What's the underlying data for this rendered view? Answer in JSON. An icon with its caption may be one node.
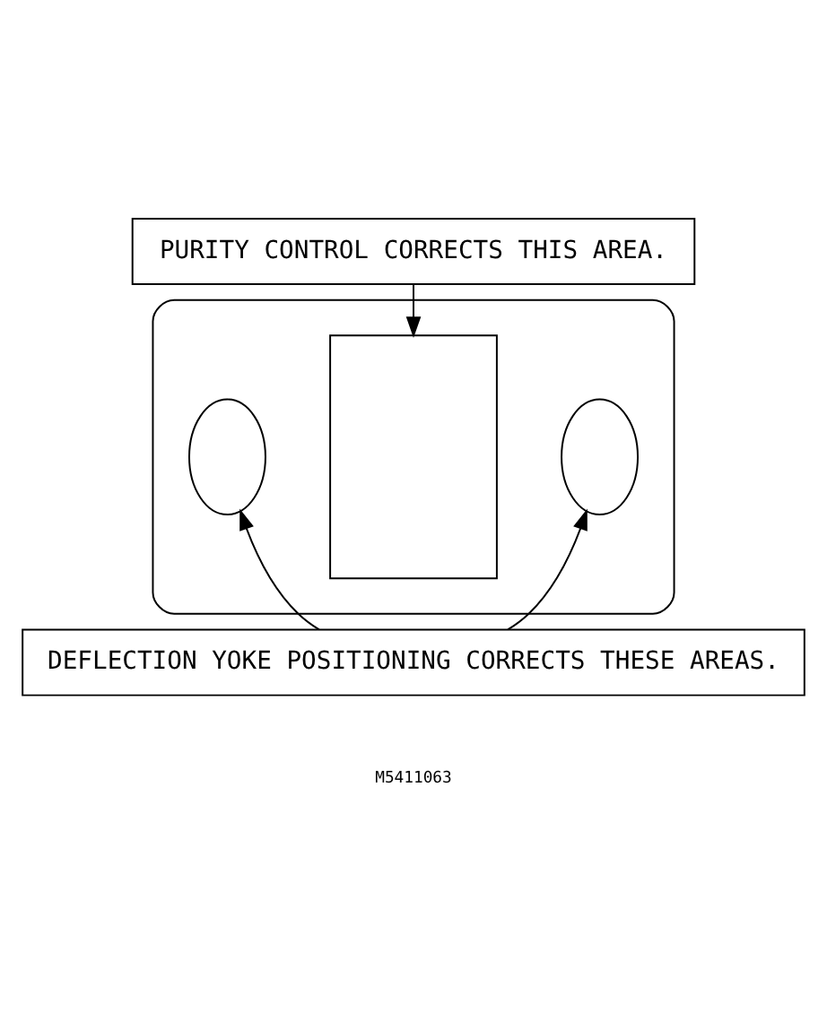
{
  "diagram": {
    "nodes": [
      {
        "text": [
          "PURITY CONTROL CORRECTS THIS AREA."
        ]
      },
      {
        "text": [],
        "shape": "box"
      },
      {
        "text": [],
        "shape": "box",
        "in": 1
      },
      {
        "text": [],
        "shape": "ellipse",
        "in": 1
      },
      {
        "text": [],
        "shape": "ellipse",
        "in": 1
      },
      {
        "text": [
          "DEFLECTION YOKE POSITIONING CORRECTS THESE AREAS."
        ]
      }
    ],
    "edges": [
      {
        "from": 0,
        "to": 2,
        "arrow": "to"
      },
      {
        "from": 5,
        "to": 3,
        "arrow": "to"
      },
      {
        "from": 5,
        "to": 4,
        "arrow": "to"
      }
    ],
    "labels": [
      "M5411063"
    ]
  }
}
